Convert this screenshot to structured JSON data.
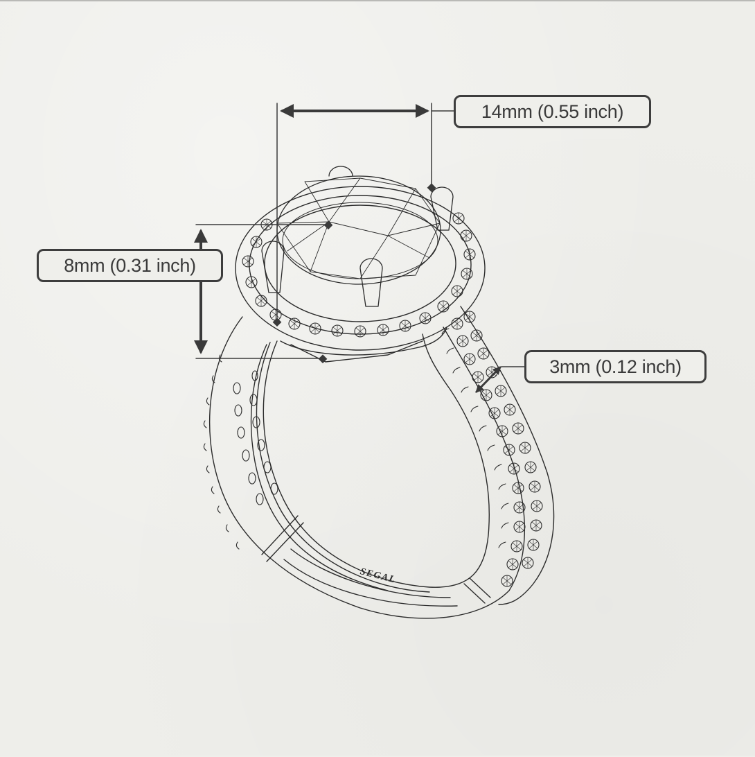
{
  "diagram": {
    "type": "technical-drawing",
    "subject": "halo engagement ring with oval center stone and split pavé shank",
    "colors": {
      "background": "#eeeeea",
      "line": "#2b2b2b",
      "label_border": "#3d3d3d",
      "label_text": "#3a3a3a"
    }
  },
  "dimensions": {
    "width": {
      "label": "14mm (0.55 inch)",
      "measures": "center stone width"
    },
    "height": {
      "label": "8mm (0.31 inch)",
      "measures": "setting height"
    },
    "band": {
      "label": "3mm (0.12 inch)",
      "measures": "band width"
    }
  },
  "engraving": {
    "text": "SEGAL"
  }
}
